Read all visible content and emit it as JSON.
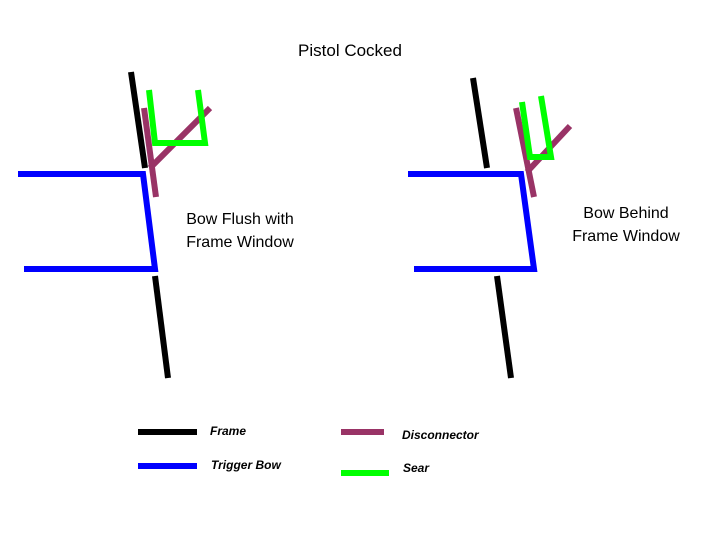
{
  "title": "Pistol Cocked",
  "left_panel": {
    "caption_line1": "Bow Flush with",
    "caption_line2": "Frame Window"
  },
  "right_panel": {
    "caption_line1": "Bow Behind",
    "caption_line2": "Frame Window"
  },
  "legend": {
    "frame": "Frame",
    "trigger_bow": "Trigger Bow",
    "disconnector": "Disconnector",
    "sear": "Sear"
  },
  "colors": {
    "frame": "#000000",
    "trigger_bow": "#0000ff",
    "disconnector": "#993366",
    "sear": "#00ff00"
  }
}
